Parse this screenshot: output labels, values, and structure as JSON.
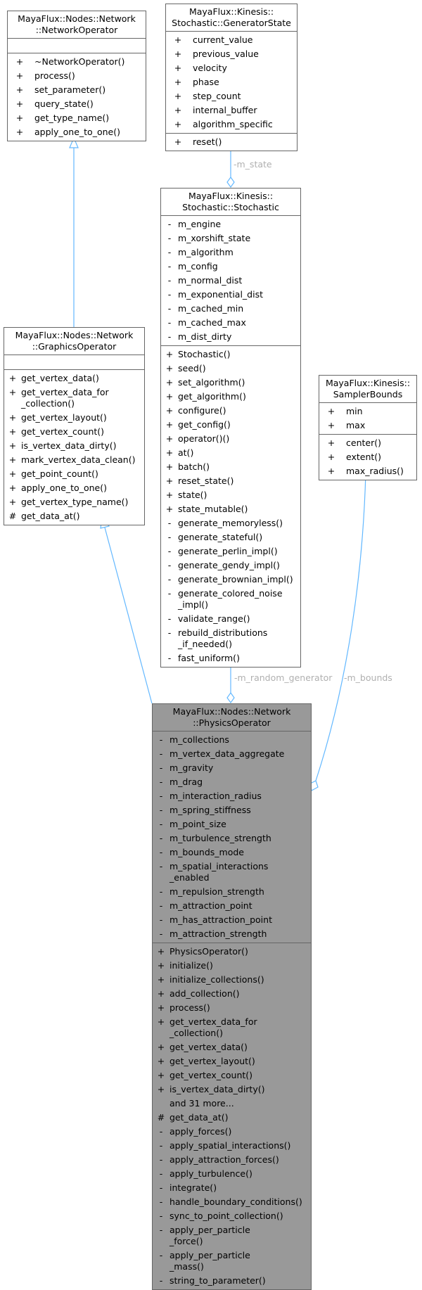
{
  "diagram": {
    "type": "uml-class-collaboration",
    "edge_color": "#63b8ff",
    "classes": {
      "network_operator": {
        "title": "MayaFlux::Nodes::Network\n::NetworkOperator",
        "attributes": [],
        "methods": [
          {
            "vis": "+",
            "name": "~NetworkOperator()"
          },
          {
            "vis": "+",
            "name": "process()"
          },
          {
            "vis": "+",
            "name": "set_parameter()"
          },
          {
            "vis": "+",
            "name": "query_state()"
          },
          {
            "vis": "+",
            "name": "get_type_name()"
          },
          {
            "vis": "+",
            "name": "apply_one_to_one()"
          }
        ]
      },
      "generator_state": {
        "title": "MayaFlux::Kinesis::\nStochastic::GeneratorState",
        "attributes": [
          {
            "vis": "+",
            "name": "current_value"
          },
          {
            "vis": "+",
            "name": "previous_value"
          },
          {
            "vis": "+",
            "name": "velocity"
          },
          {
            "vis": "+",
            "name": "phase"
          },
          {
            "vis": "+",
            "name": "step_count"
          },
          {
            "vis": "+",
            "name": "internal_buffer"
          },
          {
            "vis": "+",
            "name": "algorithm_specific"
          }
        ],
        "methods": [
          {
            "vis": "+",
            "name": "reset()"
          }
        ]
      },
      "stochastic": {
        "title": "MayaFlux::Kinesis::\nStochastic::Stochastic",
        "attributes": [
          {
            "vis": "-",
            "name": "m_engine"
          },
          {
            "vis": "-",
            "name": "m_xorshift_state"
          },
          {
            "vis": "-",
            "name": "m_algorithm"
          },
          {
            "vis": "-",
            "name": "m_config"
          },
          {
            "vis": "-",
            "name": "m_normal_dist"
          },
          {
            "vis": "-",
            "name": "m_exponential_dist"
          },
          {
            "vis": "-",
            "name": "m_cached_min"
          },
          {
            "vis": "-",
            "name": "m_cached_max"
          },
          {
            "vis": "-",
            "name": "m_dist_dirty"
          }
        ],
        "methods": [
          {
            "vis": "+",
            "name": "Stochastic()"
          },
          {
            "vis": "+",
            "name": "seed()"
          },
          {
            "vis": "+",
            "name": "set_algorithm()"
          },
          {
            "vis": "+",
            "name": "get_algorithm()"
          },
          {
            "vis": "+",
            "name": "configure()"
          },
          {
            "vis": "+",
            "name": "get_config()"
          },
          {
            "vis": "+",
            "name": "operator()()"
          },
          {
            "vis": "+",
            "name": "at()"
          },
          {
            "vis": "+",
            "name": "batch()"
          },
          {
            "vis": "+",
            "name": "reset_state()"
          },
          {
            "vis": "+",
            "name": "state()"
          },
          {
            "vis": "+",
            "name": "state_mutable()"
          },
          {
            "vis": "-",
            "name": "generate_memoryless()"
          },
          {
            "vis": "-",
            "name": "generate_stateful()"
          },
          {
            "vis": "-",
            "name": "generate_perlin_impl()"
          },
          {
            "vis": "-",
            "name": "generate_gendy_impl()"
          },
          {
            "vis": "-",
            "name": "generate_brownian_impl()"
          },
          {
            "vis": "-",
            "name": "generate_colored_noise\n_impl()"
          },
          {
            "vis": "-",
            "name": "validate_range()"
          },
          {
            "vis": "-",
            "name": "rebuild_distributions\n_if_needed()"
          },
          {
            "vis": "-",
            "name": "fast_uniform()"
          }
        ]
      },
      "graphics_operator": {
        "title": "MayaFlux::Nodes::Network\n::GraphicsOperator",
        "attributes": [],
        "methods": [
          {
            "vis": "+",
            "name": "get_vertex_data()"
          },
          {
            "vis": "+",
            "name": "get_vertex_data_for\n_collection()"
          },
          {
            "vis": "+",
            "name": "get_vertex_layout()"
          },
          {
            "vis": "+",
            "name": "get_vertex_count()"
          },
          {
            "vis": "+",
            "name": "is_vertex_data_dirty()"
          },
          {
            "vis": "+",
            "name": "mark_vertex_data_clean()"
          },
          {
            "vis": "+",
            "name": "get_point_count()"
          },
          {
            "vis": "+",
            "name": "apply_one_to_one()"
          },
          {
            "vis": "+",
            "name": "get_vertex_type_name()"
          },
          {
            "vis": "#",
            "name": "get_data_at()"
          }
        ]
      },
      "sampler_bounds": {
        "title": "MayaFlux::Kinesis::\nSamplerBounds",
        "attributes": [
          {
            "vis": "+",
            "name": "min"
          },
          {
            "vis": "+",
            "name": "max"
          }
        ],
        "methods": [
          {
            "vis": "+",
            "name": "center()"
          },
          {
            "vis": "+",
            "name": "extent()"
          },
          {
            "vis": "+",
            "name": "max_radius()"
          }
        ]
      },
      "physics_operator": {
        "title": "MayaFlux::Nodes::Network\n::PhysicsOperator",
        "attributes": [
          {
            "vis": "-",
            "name": "m_collections"
          },
          {
            "vis": "-",
            "name": "m_vertex_data_aggregate"
          },
          {
            "vis": "-",
            "name": "m_gravity"
          },
          {
            "vis": "-",
            "name": "m_drag"
          },
          {
            "vis": "-",
            "name": "m_interaction_radius"
          },
          {
            "vis": "-",
            "name": "m_spring_stiffness"
          },
          {
            "vis": "-",
            "name": "m_point_size"
          },
          {
            "vis": "-",
            "name": "m_turbulence_strength"
          },
          {
            "vis": "-",
            "name": "m_bounds_mode"
          },
          {
            "vis": "-",
            "name": "m_spatial_interactions\n_enabled"
          },
          {
            "vis": "-",
            "name": "m_repulsion_strength"
          },
          {
            "vis": "-",
            "name": "m_attraction_point"
          },
          {
            "vis": "-",
            "name": "m_has_attraction_point"
          },
          {
            "vis": "-",
            "name": "m_attraction_strength"
          }
        ],
        "methods": [
          {
            "vis": "+",
            "name": "PhysicsOperator()"
          },
          {
            "vis": "+",
            "name": "initialize()"
          },
          {
            "vis": "+",
            "name": "initialize_collections()"
          },
          {
            "vis": "+",
            "name": "add_collection()"
          },
          {
            "vis": "+",
            "name": "process()"
          },
          {
            "vis": "+",
            "name": "get_vertex_data_for\n_collection()"
          },
          {
            "vis": "+",
            "name": "get_vertex_data()"
          },
          {
            "vis": "+",
            "name": "get_vertex_layout()"
          },
          {
            "vis": "+",
            "name": "get_vertex_count()"
          },
          {
            "vis": "+",
            "name": "is_vertex_data_dirty()"
          },
          {
            "vis": "",
            "name": "and 31 more..."
          },
          {
            "vis": "#",
            "name": "get_data_at()"
          },
          {
            "vis": "-",
            "name": "apply_forces()"
          },
          {
            "vis": "-",
            "name": "apply_spatial_interactions()"
          },
          {
            "vis": "-",
            "name": "apply_attraction_forces()"
          },
          {
            "vis": "-",
            "name": "apply_turbulence()"
          },
          {
            "vis": "-",
            "name": "integrate()"
          },
          {
            "vis": "-",
            "name": "handle_boundary_conditions()"
          },
          {
            "vis": "-",
            "name": "sync_to_point_collection()"
          },
          {
            "vis": "-",
            "name": "apply_per_particle\n_force()"
          },
          {
            "vis": "-",
            "name": "apply_per_particle\n_mass()"
          },
          {
            "vis": "-",
            "name": "string_to_parameter()"
          }
        ]
      }
    },
    "edges": [
      {
        "from": "graphics_operator",
        "to": "network_operator",
        "kind": "inheritance",
        "label": ""
      },
      {
        "from": "physics_operator",
        "to": "graphics_operator",
        "kind": "inheritance",
        "label": ""
      },
      {
        "from": "stochastic",
        "to": "generator_state",
        "kind": "aggregation",
        "label": "-m_state"
      },
      {
        "from": "physics_operator",
        "to": "stochastic",
        "kind": "aggregation",
        "label": "-m_random_generator"
      },
      {
        "from": "physics_operator",
        "to": "sampler_bounds",
        "kind": "aggregation",
        "label": "-m_bounds"
      }
    ]
  }
}
